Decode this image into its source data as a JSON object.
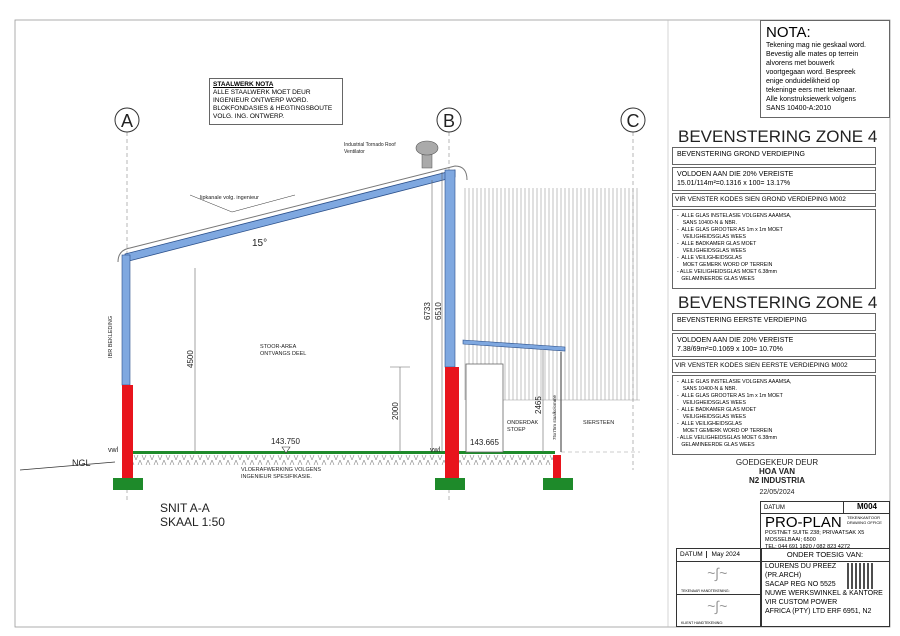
{
  "drawing": {
    "grid_labels": [
      "A",
      "B",
      "C"
    ],
    "steel_note": {
      "title": "STAALWERK NOTA",
      "lines": [
        "ALLE STAALWERK MOET DEUR",
        "INGENIEUR ONTWERP WORD.",
        "BLOKFONDASIES & HEGTINGSBOUTE",
        "VOLG. ING. ONTWERP."
      ]
    },
    "ventilator_label": [
      "Industrial Tornado Roof",
      "Ventilator"
    ],
    "lipchannel_label": "lipkanale volg. ingenieur",
    "roof_angle": "15°",
    "cladding_label": "IBR BEKLEDING",
    "dims": {
      "d4500": "4500",
      "d2000": "2000",
      "d6733": "6733",
      "d6510": "6510",
      "d2465": "2465"
    },
    "room_label": [
      "STOOR-AREA",
      "ONTVANGS DEEL"
    ],
    "level_main": "143.750",
    "level_stoep": "143.665",
    "vwl": "vwl",
    "ngl": "NGL",
    "floor_note": [
      "VLOERAFWERKING VOLGENS",
      "INGENIEUR SPESIFIKASIE."
    ],
    "stoep_label": [
      "ONDERDAK",
      "STOEP"
    ],
    "column_label": "75x75m staalkolomme",
    "siersteen": "SIERSTEEN",
    "section_title": "SNIT A-A",
    "scale": "SKAAL 1:50",
    "colors": {
      "steel_blue": "#7fa8e0",
      "column_red": "#e8141c",
      "concrete_green": "#1e8a2a"
    }
  },
  "nota": {
    "title": "NOTA:",
    "lines": [
      "Tekening mag nie geskaal word.",
      "Bevestig alle mates op terrein",
      "alvorens met bouwerk",
      "voortgegaan word.  Bespreek",
      "enige onduidelikheid op",
      "tekeninge eers met tekenaar.",
      "Alle konstruksiewerk volgens",
      "SANS 10400-A:2010"
    ]
  },
  "zones": [
    {
      "title": "BEVENSTERING ZONE 4",
      "floor": "BEVENSTERING GROND VERDIEPING",
      "req": "VOLDOEN AAN DIE 20% VEREISTE",
      "calc": "15.01/114m²=0.1316 x 100= 13.17%",
      "ref": "VIR VENSTER KODES SIEN GROND VERDIEPING M002",
      "notes": [
        "-  ALLE GLAS INSTELASIE VOLGENS AAAMSA,",
        "    SANS 10400-N & NBR.",
        "-  ALLE GLAS GROOTER AS 1m x 1m MOET",
        "    VEILIGHEIDSGLAS WEES",
        "-  ALLE BADKAMER GLAS MOET",
        "    VEILIGHEIDSGLAS WEES",
        "-  ALLE VEILIGHEIDSGLAS",
        "    MOET GEMERK WORD OP TERREIN",
        "- ALLE VEILIGHEIDSGLAS MOET 6.38mm",
        "   GELAMINEERDE GLAS WEES"
      ]
    },
    {
      "title": "BEVENSTERING ZONE 4",
      "floor": "BEVENSTERING EERSTE VERDIEPING",
      "req": "VOLDOEN AAN DIE 20% VEREISTE",
      "calc": "7.38/69m²=0.1069 x 100= 10.70%",
      "ref": "VIR VENSTER KODES SIEN EERSTE VERDIEPING M002",
      "notes": [
        "-  ALLE GLAS INSTELASIE VOLGENS AAAMSA,",
        "    SANS 10400-N & NBR.",
        "-  ALLE GLAS GROOTER AS 1m x 1m MOET",
        "    VEILIGHEIDSGLAS WEES",
        "-  ALLE BADKAMER GLAS MOET",
        "    VEILIGHEIDSGLAS WEES",
        "-  ALLE VEILIGHEIDSGLAS",
        "    MOET GEMERK WORD OP TERREIN",
        "- ALLE VEILIGHEIDSGLAS MOET 6.38mm",
        "   GELAMINEERDE GLAS WEES"
      ]
    }
  ],
  "approval": {
    "line1": "GOEDGEKEUR DEUR",
    "line2": "HOA VAN",
    "line3": "N2 INDUSTRIA",
    "date": "22/05/2024",
    "date_label": "DATUM"
  },
  "title_block": {
    "sheet": "M004",
    "firm": "PRO-PLAN",
    "firm_sub1": "TEKENKANTOOR",
    "firm_sub2": "DRAWING OFFICE",
    "address": [
      "POSTNET SUITE 238; PRIVAATSAK X5",
      "MOSSELBAAI; 6500",
      "TEL: 044 691 1820 / 082 823 4272"
    ],
    "date_label": "DATUM",
    "date": "May 2024",
    "supervision": "ONDER TOESIG VAN:",
    "architect": [
      "LOURENS DU PREEZ",
      "(PR.ARCH)",
      "SACAP REG NO 5525"
    ],
    "drafter_sig": "TEKENAAR HANDTEKENING:",
    "client_sig": "KLIENT HANDTEKENING:",
    "project": [
      "NUWE WERKSWINKEL & KANTORE",
      "VIR CUSTOM POWER",
      "AFRICA (PTY) LTD ERF 6951, N2"
    ]
  }
}
